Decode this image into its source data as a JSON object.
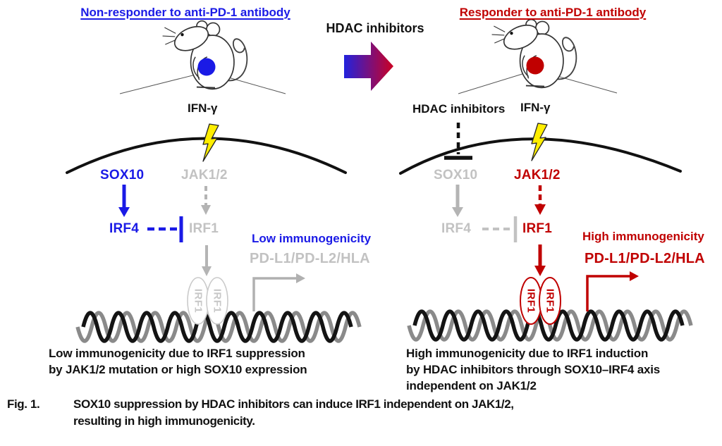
{
  "colors": {
    "blue": "#1a1ae6",
    "red": "#c00000",
    "gray": "#c2c2c2",
    "arrow-gray": "#b4b4b4",
    "dna-gray": "#8a8a8a",
    "bolt-yellow": "#ffee00",
    "ink": "#111111"
  },
  "left_panel": {
    "title": "Non-responder to anti-PD-1 antibody",
    "ifn_label": "IFN-γ",
    "sox10": "SOX10",
    "jak": "JAK1/2",
    "irf4": "IRF4",
    "irf1": "IRF1",
    "immunogenicity": "Low immunogenicity",
    "target_genes": "PD-L1/PD-L2/HLA",
    "oval_label": "IRF1",
    "caption_line1": "Low immunogenicity due to IRF1 suppression",
    "caption_line2": "by JAK1/2 mutation or high SOX10 expression"
  },
  "center": {
    "hdac_label": "HDAC inhibitors"
  },
  "right_panel": {
    "title": "Responder to anti-PD-1 antibody",
    "hdac_label": "HDAC inhibitors",
    "ifn_label": "IFN-γ",
    "sox10": "SOX10",
    "jak": "JAK1/2",
    "irf4": "IRF4",
    "irf1": "IRF1",
    "immunogenicity": "High immunogenicity",
    "target_genes": "PD-L1/PD-L2/HLA",
    "oval_label": "IRF1",
    "caption_line1": "High immunogenicity due to IRF1 induction",
    "caption_line2": "by HDAC inhibitors through SOX10–IRF4 axis",
    "caption_line3": "independent on JAK1/2"
  },
  "figure_caption": {
    "label": "Fig. 1.",
    "line1": "SOX10 suppression by HDAC inhibitors can induce IRF1 independent on JAK1/2,",
    "line2": "resulting in high immunogenicity."
  }
}
